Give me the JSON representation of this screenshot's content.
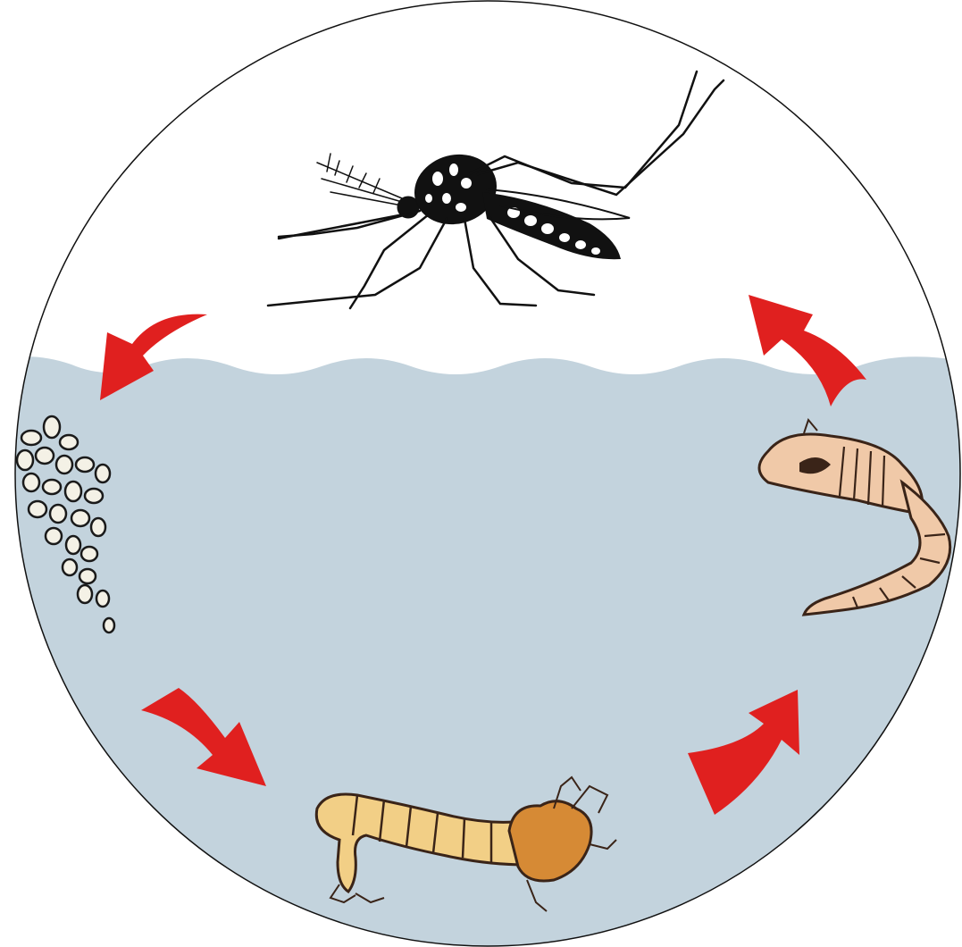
{
  "diagram": {
    "stages": [
      {
        "id": "adult",
        "icon": "mosquito-icon"
      },
      {
        "id": "eggs",
        "icon": "egg-cluster-icon"
      },
      {
        "id": "larva",
        "icon": "larva-icon"
      },
      {
        "id": "pupa",
        "icon": "pupa-icon"
      }
    ],
    "cycle_order": [
      "adult",
      "eggs",
      "larva",
      "pupa",
      "adult"
    ],
    "arrow_count": 4
  },
  "colors": {
    "background": "#ffffff",
    "circle_outline": "#111111",
    "water": "#c3d3dd",
    "arrow": "#e0201f",
    "adult_ink": "#111111",
    "egg_fill": "#f4f1e6",
    "egg_outline": "#1a1a1a",
    "larva_fill": "#f2cf86",
    "larva_head": "#d68a35",
    "pupa_fill": "#f0c9a8",
    "pupa_outline": "#3a2418"
  }
}
